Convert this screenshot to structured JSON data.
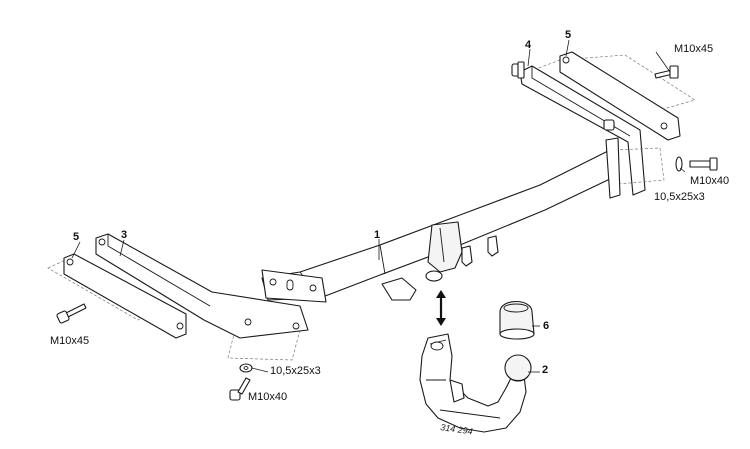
{
  "callouts": {
    "part1": "1",
    "part2": "2",
    "part3": "3",
    "part4": "4",
    "part5_right": "5",
    "part5_left": "5",
    "part6": "6"
  },
  "fasteners": {
    "bolt_right_top": "M10x45",
    "bolt_right_side": "M10x40",
    "washer_right": "10,5x25x3",
    "bolt_left": "M10x45",
    "washer_left": "10,5x25x3",
    "bolt_left_bottom": "M10x40"
  },
  "ball_marking": "314 294"
}
